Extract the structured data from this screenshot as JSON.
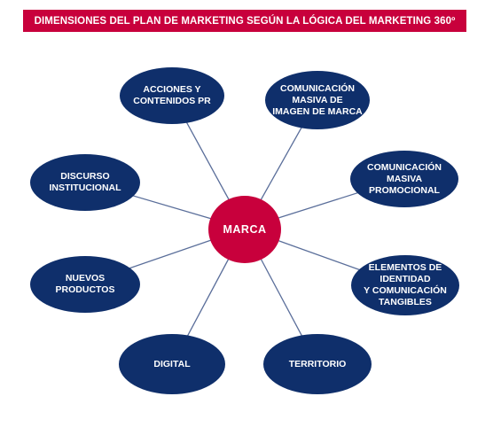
{
  "title": "DIMENSIONES DEL PLAN DE MARKETING SEGÚN LA LÓGICA DEL MARKETING 360º",
  "colors": {
    "title_bar": "#c8003c",
    "center": "#c8003c",
    "node": "#0f2f6b",
    "connector": "#5a6e9a"
  },
  "center": {
    "label": "MARCA"
  },
  "nodes": [
    {
      "id": "acciones",
      "label": "ACCIONES Y\nCONTENIDOS PR"
    },
    {
      "id": "comunicacion-imagen",
      "label": "COMUNICACIÓN\nMASIVA DE\nIMAGEN DE MARCA"
    },
    {
      "id": "comunicacion-promocional",
      "label": "COMUNICACIÓN\nMASIVA\nPROMOCIONAL"
    },
    {
      "id": "elementos",
      "label": "ELEMENTOS DE\nIDENTIDAD\nY COMUNICACIÓN\nTANGIBLES"
    },
    {
      "id": "territorio",
      "label": "TERRITORIO"
    },
    {
      "id": "digital",
      "label": "DIGITAL"
    },
    {
      "id": "nuevos-productos",
      "label": "NUEVOS\nPRODUCTOS"
    },
    {
      "id": "discurso",
      "label": "DISCURSO\nINSTITUCIONAL"
    }
  ]
}
